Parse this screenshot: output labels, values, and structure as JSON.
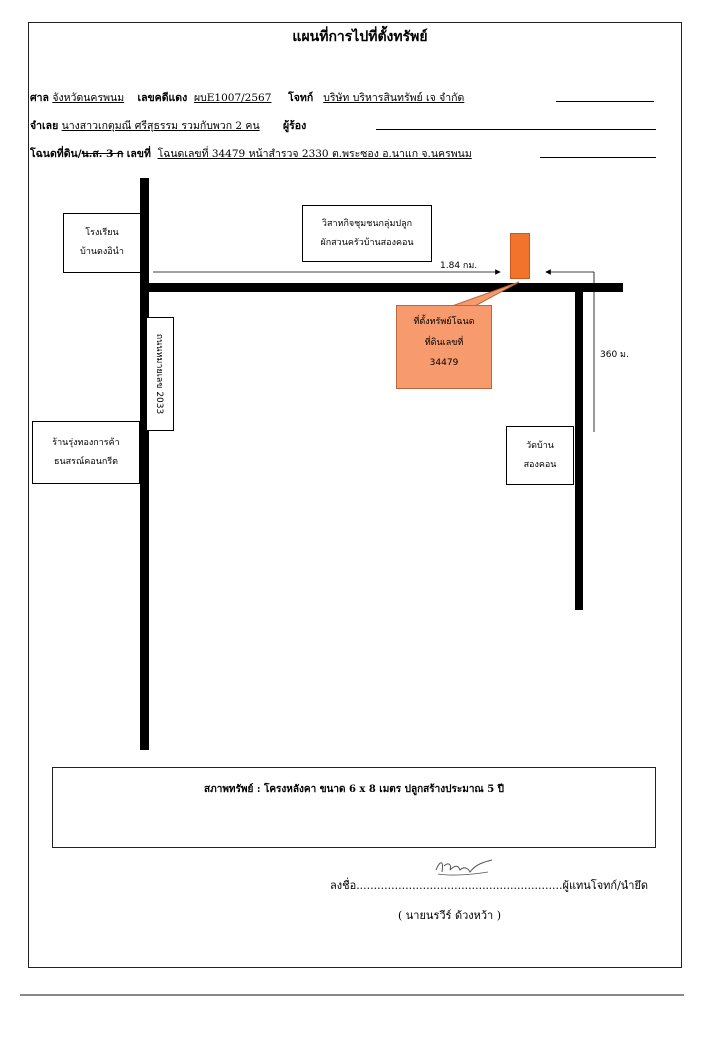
{
  "document": {
    "title": "แผนที่การไปที่ตั้งทรัพย์",
    "court_label": "ศาล",
    "court_value": "จังหวัดนครพนม",
    "case_no_label": "เลขคดีแดง",
    "case_no_value": "ผบE1007/2567",
    "plaintiff_label": "โจทก์",
    "plaintiff_value": "บริษัท บริหารสินทรัพย์ เจ จำกัด",
    "defendant_label": "จำเลย",
    "defendant_value": "นางสาวเกตุมณี ศรีสุธรรม รวมกับพวก 2 คน",
    "petitioner_label": "ผู้ร้อง",
    "land_label_prefix": "โฉนดที่ดิน/",
    "land_label_struck": "น.ส. 3 ก",
    "land_no_label": "เลขที่",
    "land_value": "โฉนดเลขที่ 34479 หน้าสำรวจ 2330 ต.พระซอง อ.นาแก จ.นครพนม"
  },
  "map": {
    "school_line1": "โรงเรียน",
    "school_line2": "บ้านดงอินำ",
    "enterprise_line1": "วิสาหกิจชุมชนกลุ่มปลูก",
    "enterprise_line2": "ผักสวนครัวบ้านสองคอน",
    "distance_horizontal": "1.84 กม.",
    "property_line1": "ที่ตั้งทรัพย์โฉนด",
    "property_line2": "ที่ดินเลขที่",
    "property_line3": "34479",
    "distance_vertical": "360 ม.",
    "road_name": "ถนนหมายเลข 2033",
    "shop_line1": "ร้านรุ่งทองการค้า",
    "shop_line2": "ธนสรณ์คอนกรีต",
    "temple_line1": "วัดบ้าน",
    "temple_line2": "สองคอน"
  },
  "asset_condition": "สภาพทรัพย์ : โครงหลังคา ขนาด 6 x 8 เมตร ปลูกสร้างประมาณ 5 ปี",
  "signature": {
    "sign_prefix": "ลงชื่อ",
    "sign_dots": "...........................................................",
    "sign_role": "ผู้แทนโจทก์/นำยึด",
    "signer_name": "( นายนรวีร์ ด้วงหว้า )"
  },
  "colors": {
    "property_marker": "#f2742c",
    "callout_fill": "#f79a6e"
  }
}
